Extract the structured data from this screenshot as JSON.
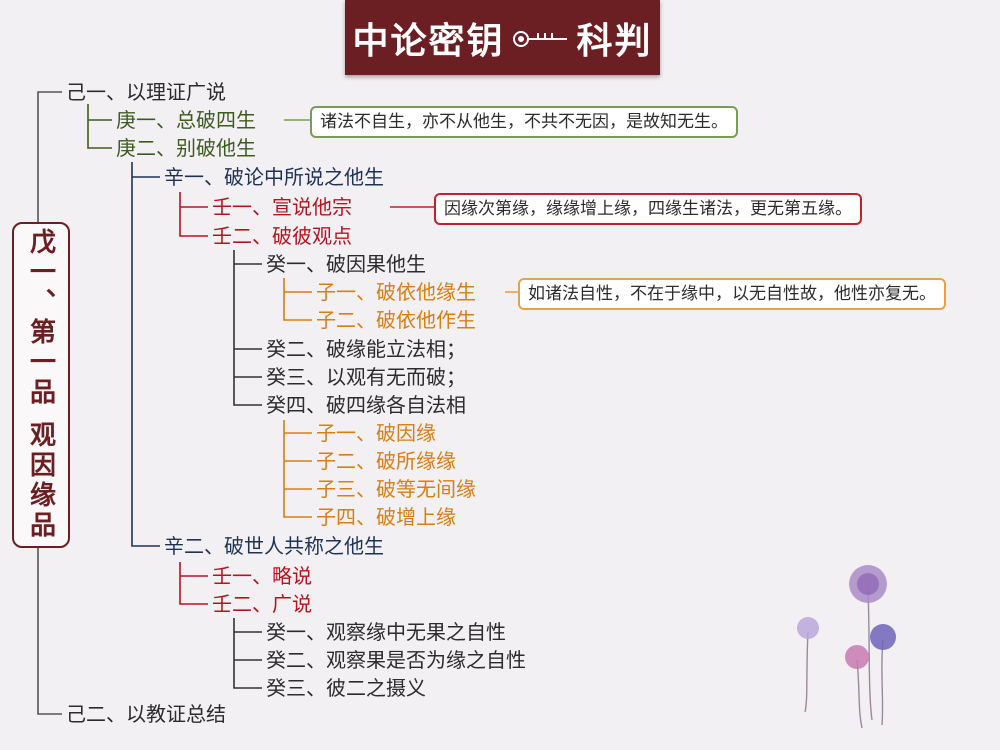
{
  "header": {
    "title_left": "中论密钥",
    "title_right": "科判"
  },
  "root": {
    "label": "戊一、第一品 观因缘品"
  },
  "tree": {
    "ji1": "己一、以理证广说",
    "geng1": "庚一、总破四生",
    "geng2": "庚二、别破他生",
    "xin1": "辛一、破论中所说之他生",
    "ren1": "壬一、宣说他宗",
    "ren2": "壬二、破彼观点",
    "gui1": "癸一、破因果他生",
    "zi1": "子一、破依他缘生",
    "zi2": "子二、破依他作生",
    "gui2": "癸二、破缘能立法相；",
    "gui3": "癸三、以观有无而破；",
    "gui4": "癸四、破四缘各自法相",
    "zi1b": "子一、破因缘",
    "zi2b": "子二、破所缘缘",
    "zi3b": "子三、破等无间缘",
    "zi4b": "子四、破增上缘",
    "xin2": "辛二、破世人共称之他生",
    "ren1b": "壬一、略说",
    "ren2b": "壬二、广说",
    "gui1b": "癸一、观察缘中无果之自性",
    "gui2b": "癸二、观察果是否为缘之自性",
    "gui3b": "癸三、彼二之摄义",
    "ji2": "己二、以教证总结"
  },
  "notes": {
    "note1": "诸法不自生，亦不从他生，不共不无因，是故知无生。",
    "note2": "因缘次第缘，缘缘增上缘，四缘生诸法，更无第五缘。",
    "note3": "如诸法自性，不在于缘中，以无自性故，他性亦复无。"
  },
  "colors": {
    "title_bg": "#6b1f23",
    "level_ji": "#2c2c2c",
    "level_geng": "#3e5b1f",
    "level_xin": "#1e3256",
    "level_ren": "#b8141f",
    "level_zi": "#d97e10"
  },
  "decoration": {
    "icon": "dandelion-flowers-icon"
  }
}
